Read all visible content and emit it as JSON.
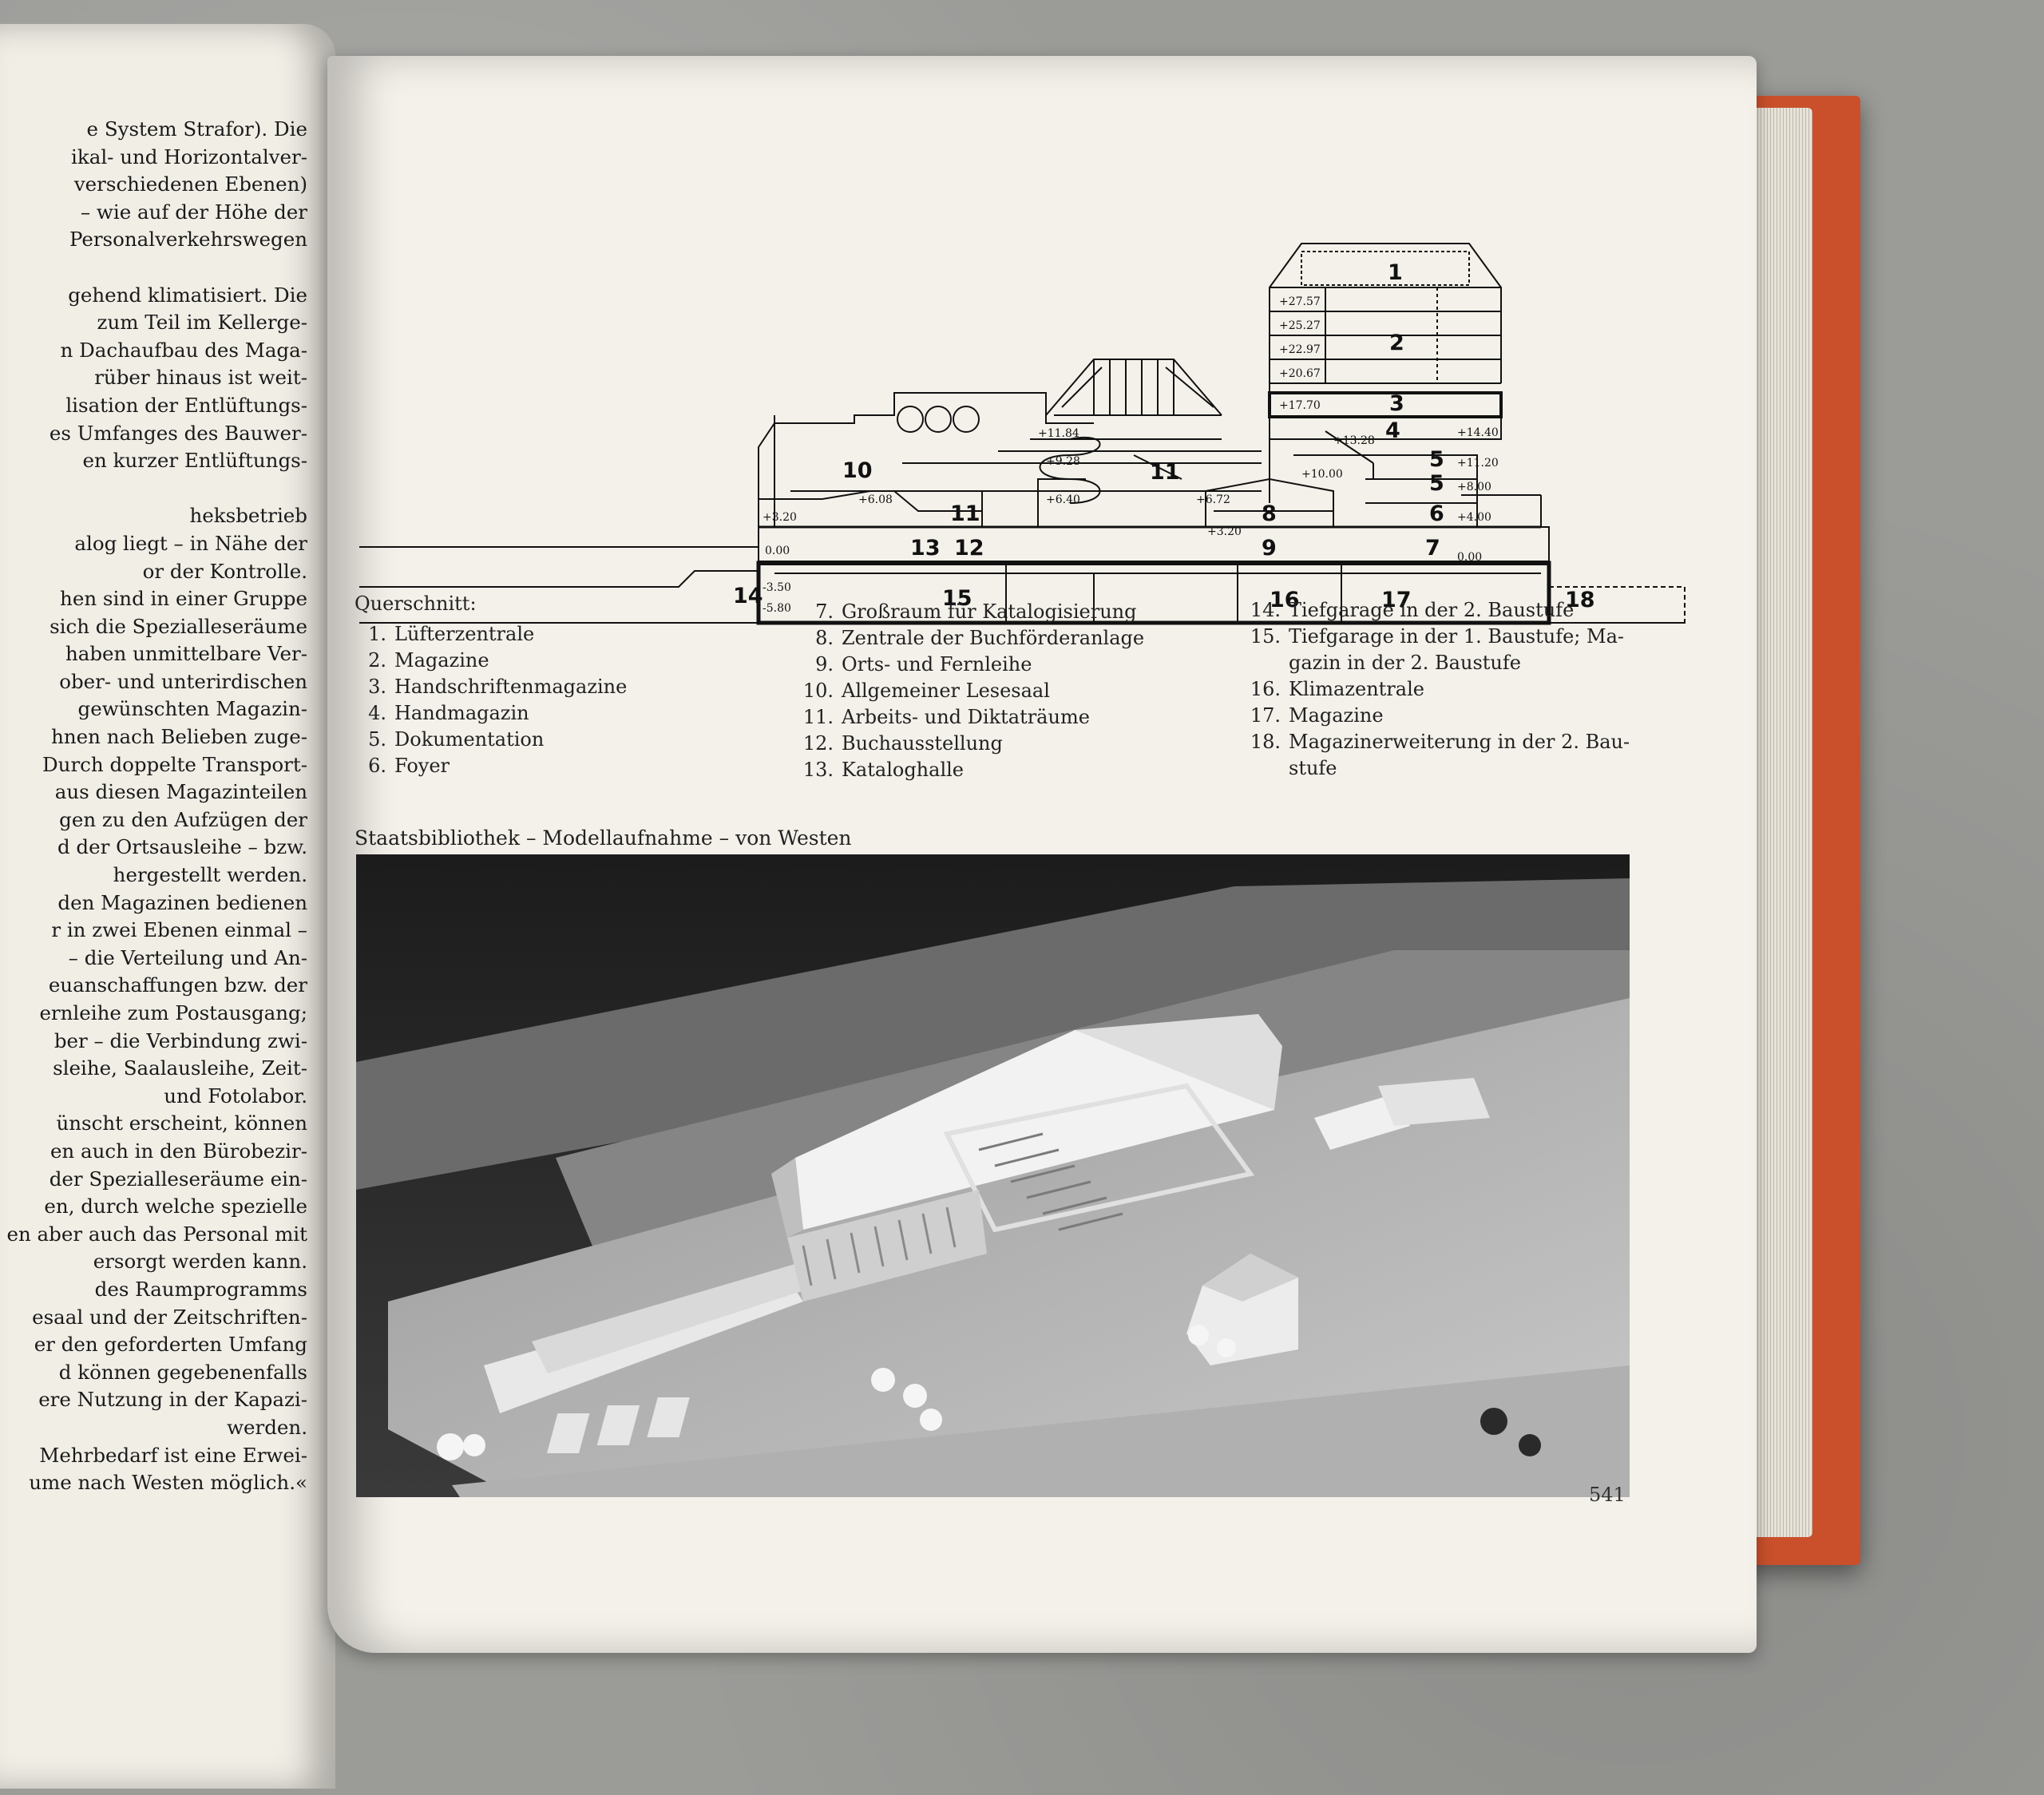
{
  "left_page": {
    "lines": [
      "e System Strafor). Die",
      "ikal- und Horizontalver-",
      "verschiedenen Ebenen)",
      "– wie auf der Höhe der",
      "Personalverkehrswegen",
      "",
      "gehend klimatisiert. Die",
      "zum Teil im Kellerge-",
      "n Dachaufbau des Maga-",
      "rüber hinaus ist weit-",
      "lisation der Entlüftungs-",
      "es Umfanges des Bauwer-",
      "en kurzer Entlüftungs-",
      "",
      "heksbetrieb",
      "alog liegt – in Nähe der",
      "or der Kontrolle.",
      "hen sind in einer Gruppe",
      "sich die Spezialleseräume",
      "haben unmittelbare Ver-",
      "ober- und unterirdischen",
      "gewünschten Magazin-",
      "hnen nach Belieben zuge-",
      "Durch doppelte Transport-",
      "aus diesen Magazinteilen",
      "gen zu den Aufzügen der",
      "d der Ortsausleihe – bzw.",
      "hergestellt werden.",
      "den Magazinen bedienen",
      "r in zwei Ebenen einmal –",
      "– die Verteilung und An-",
      "euanschaffungen bzw. der",
      "ernleihe zum Postausgang;",
      "ber – die Verbindung zwi-",
      "sleihe, Saalausleihe, Zeit-",
      "und Fotolabor.",
      "ünscht erscheint, können",
      "en auch in den Bürobezir-",
      "der Spezialleseräume ein-",
      "en, durch welche spezielle",
      "en aber auch das Personal mit",
      "ersorgt werden kann.",
      "des Raumprogramms",
      "esaal und der Zeitschriften-",
      "er den geforderten Umfang",
      "d können gegebenenfalls",
      "ere Nutzung in der Kapazi-",
      "werden.",
      "Mehrbedarf ist eine Erwei-",
      "ume nach Westen möglich.«"
    ]
  },
  "section": {
    "zones": [
      "1",
      "2",
      "3",
      "4",
      "5",
      "5",
      "6",
      "7",
      "8",
      "9",
      "10",
      "11",
      "11",
      "12",
      "13",
      "14",
      "15",
      "16",
      "17",
      "18"
    ],
    "levels": [
      "+27.57",
      "+25.27",
      "+22.97",
      "+20.67",
      "+17.70",
      "+14.40",
      "+13.28",
      "+11.84",
      "+11.20",
      "+10.00",
      "+9.28",
      "+8.00",
      "+6.72",
      "+6.40",
      "+6.08",
      "+4.00",
      "+3.20",
      "+3.20",
      "0.00",
      "0.00",
      "-3.50",
      "-5.80"
    ]
  },
  "caption": {
    "heading": "Querschnitt:",
    "col1": [
      {
        "num": "1.",
        "label": "Lüfterzentrale"
      },
      {
        "num": "2.",
        "label": "Magazine"
      },
      {
        "num": "3.",
        "label": "Handschriftenmagazine"
      },
      {
        "num": "4.",
        "label": "Handmagazin"
      },
      {
        "num": "5.",
        "label": "Dokumentation"
      },
      {
        "num": "6.",
        "label": "Foyer"
      }
    ],
    "col2": [
      {
        "num": "7.",
        "label": "Großraum für Katalogisierung"
      },
      {
        "num": "8.",
        "label": "Zentrale der Buchförderanlage"
      },
      {
        "num": "9.",
        "label": "Orts- und Fernleihe"
      },
      {
        "num": "10.",
        "label": "Allgemeiner Lesesaal"
      },
      {
        "num": "11.",
        "label": "Arbeits- und Diktaträume"
      },
      {
        "num": "12.",
        "label": "Buchausstellung"
      },
      {
        "num": "13.",
        "label": "Kataloghalle"
      }
    ],
    "col3": [
      {
        "num": "14.",
        "label": "Tiefgarage in der 2. Baustufe"
      },
      {
        "num": "15.",
        "label": "Tiefgarage in der 1. Baustufe; Ma-"
      },
      {
        "num": "",
        "label": "gazin in der 2. Baustufe"
      },
      {
        "num": "16.",
        "label": "Klimazentrale"
      },
      {
        "num": "17.",
        "label": "Magazine"
      },
      {
        "num": "18.",
        "label": "Magazinerweiterung in der 2. Bau-"
      },
      {
        "num": "",
        "label": "stufe"
      }
    ]
  },
  "photo": {
    "caption": "Staatsbibliothek – Modellaufnahme – von Westen"
  },
  "page_number": "541",
  "colors": {
    "cover": "#c9502b",
    "paper": "#f4f1ea",
    "ink": "#111111"
  }
}
